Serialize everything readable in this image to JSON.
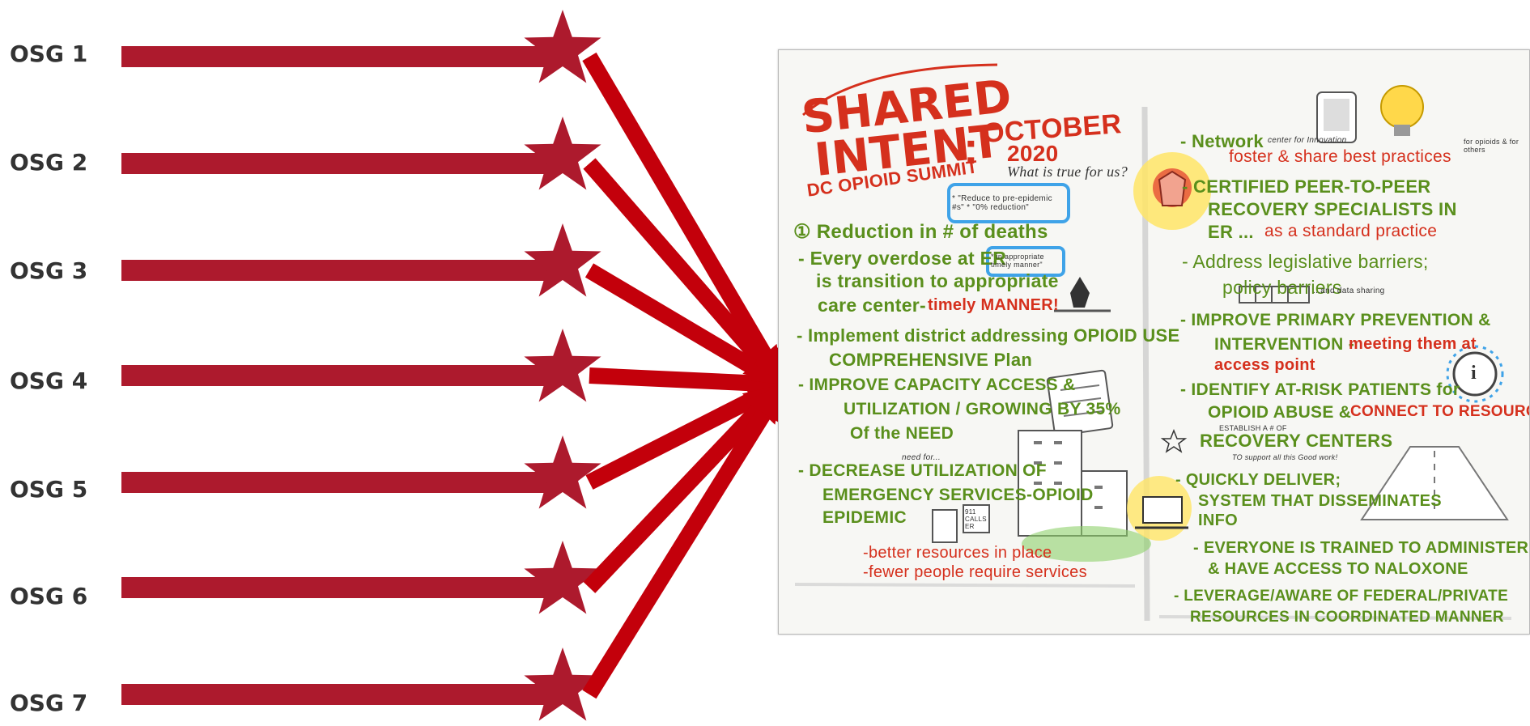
{
  "osg_labels": [
    "OSG 1",
    "OSG 2",
    "OSG 3",
    "OSG 4",
    "OSG 5",
    "OSG 6",
    "OSG 7"
  ],
  "colors": {
    "arrow_bar": "#ad1a2d",
    "arrow_line": "#c3000b",
    "poster_green": "#5a8f1c",
    "poster_red": "#d5301d",
    "highlight_blue": "#3fa3e8",
    "highlight_yellow": "#ffe566"
  },
  "poster": {
    "title_line1": "SHARED",
    "title_line2": "INTENT",
    "title_colon": ":",
    "title_date": "OCTOBER",
    "title_year": "2020",
    "subtitle": "DC OPIOID SUMMIT",
    "question": "What is true for us?",
    "blue_note": "* \"Reduce to pre-epidemic #s\" * \"0% reduction\"",
    "left": {
      "l1": "① Reduction in # of deaths",
      "l2": "- Every overdose at ER",
      "l2_note": "* in appropriate timely manner\"",
      "l3": "is transition to appropriate",
      "l4": "care center-",
      "l4_red": "timely MANNER!",
      "l5": "- Implement district addressing OPIOID USE",
      "l6": "COMPREHENSIVE Plan",
      "l7": "- IMPROVE CAPACITY ACCESS &",
      "l8": "UTILIZATION / GROWING BY 35%",
      "l9": "Of the NEED",
      "l10_small": "need for...",
      "l10": "- DECREASE UTILIZATION OF",
      "l11": "EMERGENCY SERVICES-OPIOID",
      "l12": "EPIDEMIC",
      "l13": "-better resources in place",
      "l14": "-fewer people require services",
      "sign_911": "911 CALLS ER"
    },
    "right": {
      "r1": "- Network",
      "r1_small": "center for Innovation",
      "r1_side": "for opioids & for others",
      "r2": "foster & share best practices",
      "r3": "- CERTIFIED PEER-TO-PEER",
      "r4": "RECOVERY SPECIALISTS IN",
      "r5": "ER ...",
      "r5_red": "as a standard practice",
      "r6": "- Address legislative barriers;",
      "r7": "policy barriers",
      "r7_small": "...and data sharing",
      "r8": "- IMPROVE PRIMARY PREVENTION &",
      "r9": "INTERVENTION -",
      "r9_red": "meeting them at",
      "r10": "access point",
      "r11": "- IDENTIFY AT-RISK PATIENTS for",
      "r12": "OPIOID ABUSE &",
      "r12_red": "CONNECT TO RESOURCES",
      "r13_small": "ESTABLISH A # OF",
      "r13": "RECOVERY CENTERS",
      "r14_small": "TO support all this Good work!",
      "r15": "- QUICKLY DELIVER;",
      "r16": "SYSTEM THAT DISSEMINATES",
      "r17": "INFO",
      "r18": "- EVERYONE IS TRAINED TO ADMINISTER",
      "r19": "& HAVE ACCESS TO NALOXONE",
      "r20": "- LEVERAGE/AWARE OF FEDERAL/PRIVATE",
      "r21": "RESOURCES IN COORDINATED MANNER",
      "info_icon": "i"
    }
  }
}
